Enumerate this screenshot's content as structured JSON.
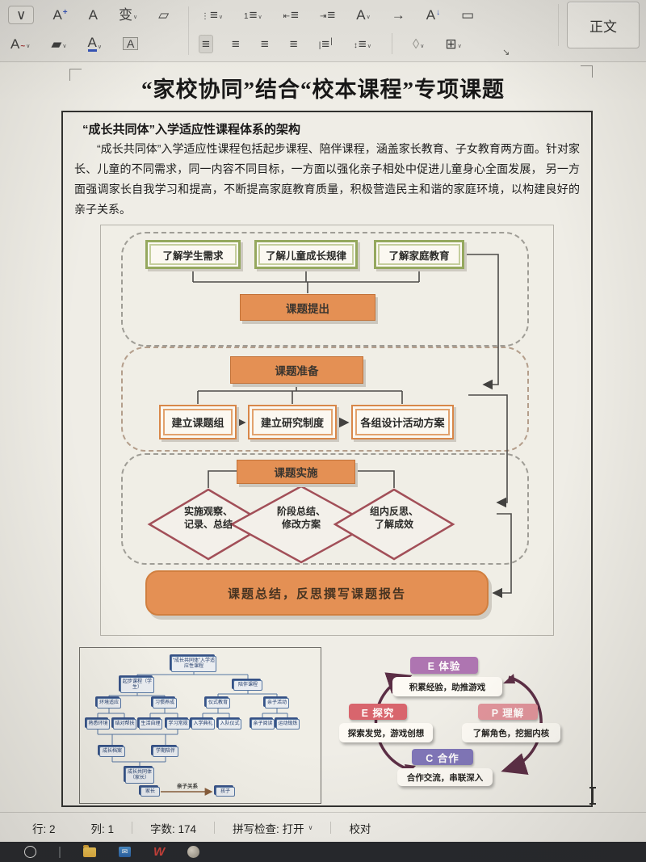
{
  "toolbar": {
    "style_name": "正文",
    "launcher_glyph": "↘",
    "font_row1": [
      {
        "name": "more-options-icon",
        "glyph": "∨",
        "cls": "morebox"
      },
      {
        "name": "grow-font-icon",
        "glyph": "A",
        "suf": "+",
        "cls": "sufblue"
      },
      {
        "name": "shrink-font-icon",
        "glyph": "A"
      },
      {
        "name": "phonetic-guide-icon",
        "glyph": "变",
        "chev": true
      },
      {
        "name": "clear-format-icon",
        "glyph": "▱"
      }
    ],
    "font_row2": [
      {
        "name": "text-effect-icon",
        "glyph": "A",
        "suf": "~",
        "cls": "sufred",
        "chev": true
      },
      {
        "name": "highlight-color-icon",
        "glyph": "▰",
        "chev": true
      },
      {
        "name": "font-color-icon",
        "glyph": "A",
        "cls": "ucolor",
        "chev": true
      },
      {
        "name": "character-shading-icon",
        "glyph": "A",
        "cls": "boxed"
      }
    ],
    "para_row1": [
      {
        "name": "bullet-list-icon",
        "pre": "⋮",
        "glyph": "≡",
        "chev": true
      },
      {
        "name": "numbered-list-icon",
        "pre": "1",
        "glyph": "≡",
        "chev": true
      },
      {
        "name": "decrease-indent-icon",
        "pre": "⇤",
        "glyph": "≡"
      },
      {
        "name": "increase-indent-icon",
        "pre": "⇥",
        "glyph": "≡"
      },
      {
        "name": "change-case-icon",
        "glyph": "A",
        "chev": true
      },
      {
        "name": "text-direction-icon",
        "glyph": "→"
      },
      {
        "name": "sort-icon",
        "glyph": "A",
        "suf": "↓",
        "cls": "sufblue"
      },
      {
        "name": "tab-ruler-icon",
        "glyph": "▭"
      }
    ],
    "para_row2": [
      {
        "name": "align-left-icon",
        "glyph": "≡",
        "cls": "active"
      },
      {
        "name": "align-center-icon",
        "glyph": "≡"
      },
      {
        "name": "align-right-icon",
        "glyph": "≡"
      },
      {
        "name": "justify-icon",
        "glyph": "≡"
      },
      {
        "name": "distribute-icon",
        "pre": "|",
        "glyph": "≡",
        "suf": "|"
      },
      {
        "name": "line-spacing-icon",
        "pre": "↕",
        "glyph": "≡",
        "chev": true
      },
      {
        "sep": true
      },
      {
        "name": "shading-bucket-icon",
        "glyph": "◊",
        "cls": "dim",
        "chev": true
      },
      {
        "name": "borders-icon",
        "glyph": "⊞",
        "chev": true
      }
    ]
  },
  "doc": {
    "title": "“家校协同”结合“校本课程”专项课题",
    "heading": "“成长共同体”入学适应性课程体系的架构",
    "paragraph": "“成长共同体”入学适应性课程包括起步课程、陪伴课程，涵盖家长教育、子女教育两方面。针对家长、儿童的不同需求，同一内容不同目标，一方面以强化亲子相处中促进儿童身心全面发展， 另一方面强调家长自我学习和提高，不断提高家庭教育质量，积极营造民主和谐的家庭环境，以构建良好的亲子关系。"
  },
  "flowchart": {
    "stage1": {
      "inputs": [
        "了解学生需求",
        "了解儿童成长规律",
        "了解家庭教育"
      ],
      "output": "课题提出"
    },
    "stage2": {
      "title": "课题准备",
      "steps": [
        "建立课题组",
        "建立研究制度",
        "各组设计活动方案"
      ]
    },
    "stage3": {
      "title": "课题实施",
      "diamonds": [
        {
          "line1": "实施观察、",
          "line2": "记录、总结"
        },
        {
          "line1": "阶段总结、",
          "line2": "修改方案"
        },
        {
          "line1": "组内反思、",
          "line2": "了解成效"
        }
      ]
    },
    "final": "课题总结，反思撰写课题报告",
    "colors": {
      "stage_orange": "#ec8e4b",
      "input_green": "#93a957",
      "diamond_red": "#a84a56"
    }
  },
  "orgchart": {
    "nodes": [
      "“成长共同体”入学适应性课程",
      "起步课程（学生）",
      "陪伴课程",
      "环境适应",
      "习惯养成",
      "仪式教育",
      "亲子活动",
      "熟悉环境",
      "结对帮扶",
      "生活自理",
      "学习常规",
      "入学典礼",
      "入队仪式",
      "亲子阅读",
      "运动锻炼",
      "成长档案",
      "学期陪伴",
      "成长共同体（家长）",
      "家长",
      "孩子"
    ],
    "edge_label": "亲子关系",
    "color": "#4f74a8"
  },
  "cycle": {
    "items": [
      {
        "tag": "E 体验",
        "desc": "积累经验，助推游戏",
        "color": "#b171b8"
      },
      {
        "tag": "E 探究",
        "desc": "探索发觉，游戏创想",
        "color": "#e2606b"
      },
      {
        "tag": "P 理解",
        "desc": "了解角色，挖掘内核",
        "color": "#e8919b"
      },
      {
        "tag": "C 合作",
        "desc": "合作交流，串联深入",
        "color": "#7e74c0"
      }
    ],
    "arrow_color": "#5d2a44"
  },
  "statusbar": {
    "line": "行: 2",
    "column": "列: 1",
    "word_count": "字数: 174",
    "spell_check": "拼写检查: 打开",
    "proofread": "校对"
  },
  "taskbar": {
    "icons": [
      "desktop-partial-icon",
      "search-icon",
      "separator",
      "file-explorer-icon",
      "mail-icon",
      "wps-office-icon",
      "user-avatar-icon"
    ],
    "wps_letter": "W",
    "wps_red": "#d83a33"
  }
}
